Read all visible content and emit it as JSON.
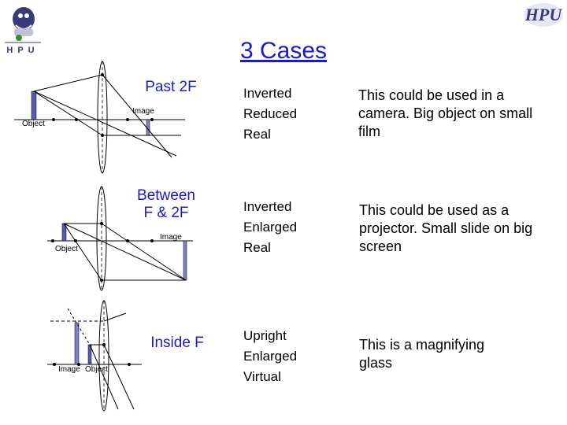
{
  "title": "3 Cases",
  "logos": {
    "left_text": "HPU",
    "right_text": "HPU"
  },
  "cases": [
    {
      "label": "Past 2F",
      "properties": "Inverted\nReduced\nReal",
      "use": "This could be used in a camera.  Big object on small film",
      "image_label": "Image",
      "object_label": "Object"
    },
    {
      "label": "Between\nF & 2F",
      "properties": "Inverted\nEnlarged\nReal",
      "use": "This could be used as a projector. Small slide on big screen",
      "image_label": "Image",
      "object_label": "Object"
    },
    {
      "label": "Inside F",
      "properties": "Upright\nEnlarged\nVirtual",
      "use": "This is a magnifying glass",
      "image_label": "Image",
      "object_label": "Object"
    }
  ],
  "colors": {
    "title": "#1a1acd",
    "object_fill": "#5a5ab0",
    "image_fill": "#8080c8"
  }
}
